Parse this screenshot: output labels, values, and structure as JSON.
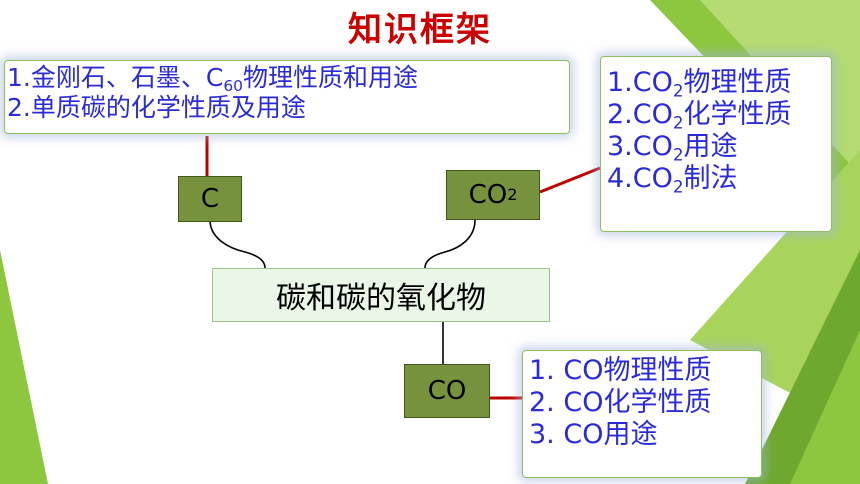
{
  "title": "知识框架",
  "center_node": "碳和碳的氧化物",
  "node_c": "C",
  "node_co2": {
    "main": "CO",
    "sub": "2"
  },
  "node_co": "CO",
  "panel_c": {
    "line1": {
      "pre": "1.金刚石、石墨、C",
      "sub": "60",
      "post": "物理性质和用途"
    },
    "line2": "2.单质碳的化学性质及用途"
  },
  "panel_co2": {
    "items": [
      {
        "pre": "1.CO",
        "sub": "2",
        "post": "物理性质"
      },
      {
        "pre": "2.CO",
        "sub": "2",
        "post": "化学性质"
      },
      {
        "pre": "3.CO",
        "sub": "2",
        "post": "用途"
      },
      {
        "pre": "4.CO",
        "sub": "2",
        "post": "制法"
      }
    ]
  },
  "panel_co": {
    "items": [
      "1. CO物理性质",
      "2. CO化学性质",
      "3. CO用途"
    ]
  },
  "colors": {
    "title": "#cc0000",
    "panel_text": "#2b2bd6",
    "node_fill": "#76923c",
    "center_fill": "#eaf6e6",
    "connector_red": "#c00000",
    "decor_green": "#8dc63f"
  }
}
